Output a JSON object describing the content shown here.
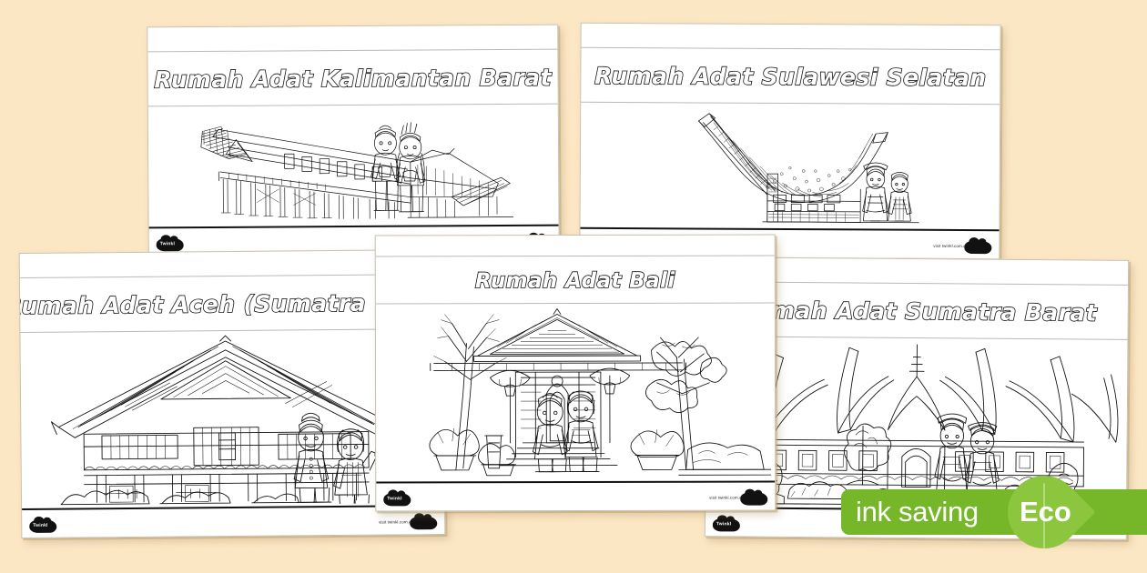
{
  "page": {
    "background_color": "#fce7c5",
    "card_color": "#ffffff"
  },
  "cards": [
    {
      "id": "kalbar",
      "title": "Rumah Adat Kalimantan Barat",
      "illustration": "longhouse-rumah-panjang-on-stilts-with-two-children-in-traditional-dress"
    },
    {
      "id": "sulsel",
      "title": "Rumah Adat Sulawesi Selatan",
      "illustration": "tongkonan-boat-shaped-roof-house-with-two-figures-in-traditional-dress"
    },
    {
      "id": "aceh",
      "title": "Rumah Adat Aceh (Sumatra Utara)",
      "title_visible": "Rumah Adat Aceh (Sumatr",
      "illustration": "rumoh-aceh-stilt-house-with-boy-and-girl-in-traditional-dress"
    },
    {
      "id": "bali",
      "title": "Rumah Adat Bali",
      "illustration": "balinese-compound-gate-and-pavilion-with-trees-plant-pots-and-two-children"
    },
    {
      "id": "sumbar",
      "title": "Rumah Adat Sumatra Barat",
      "title_visible": "umah Adat Sumatra Barat",
      "illustration": "rumah-gadang-minangkabau-horned-roof-house-with-two-figures-and-lion-statues"
    }
  ],
  "watermark": {
    "logo_word": "Twinkl",
    "url": "visit twinkl.com.au",
    "icon": "twinkl-cloud-logo"
  },
  "eco_badge": {
    "text": "ink saving",
    "leaf_text": "Eco",
    "pill_color": "#76b72a",
    "leaf_color": "#8cc63f",
    "text_color": "#ffffff",
    "leaf_icon": "leaf-icon"
  }
}
